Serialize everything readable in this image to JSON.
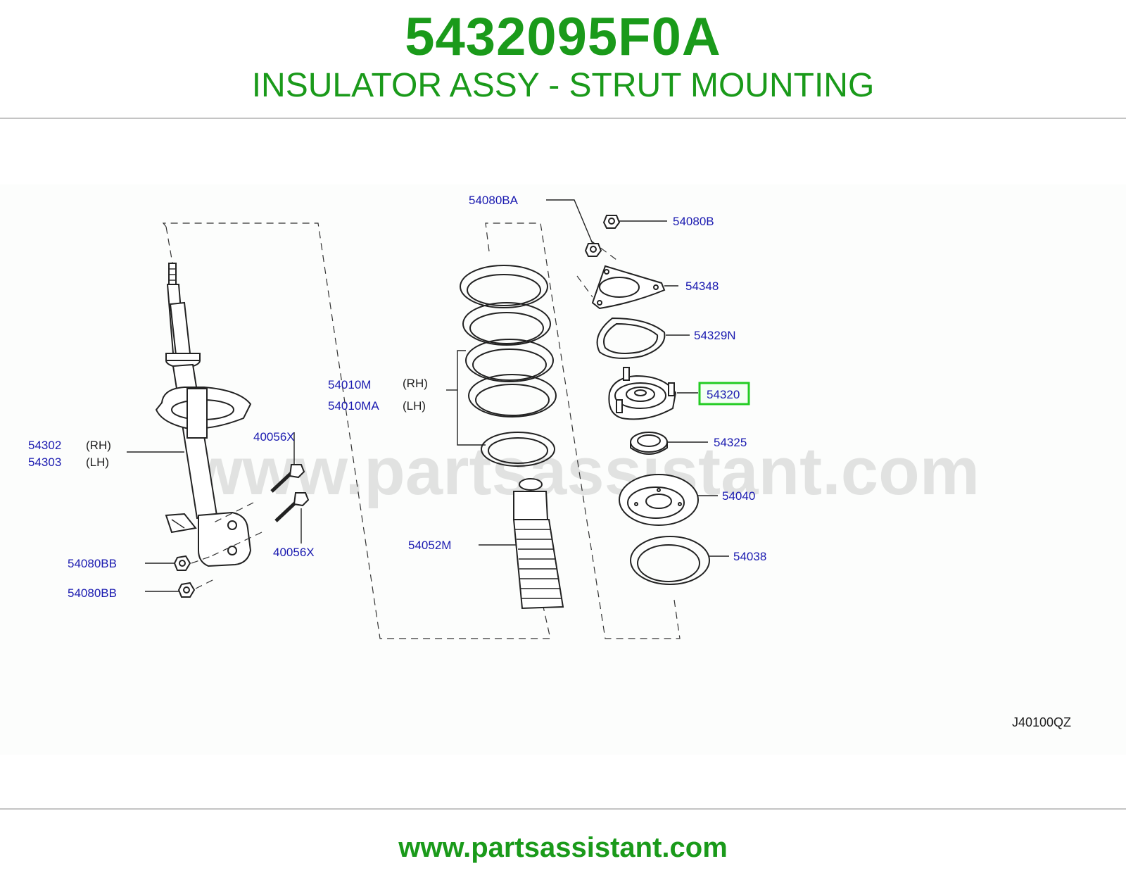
{
  "header": {
    "part_number": "5432095F0A",
    "part_name": "INSULATOR ASSY - STRUT MOUNTING"
  },
  "diagram": {
    "labels": {
      "l_54080BA": "54080BA",
      "l_54080B": "54080B",
      "l_54348": "54348",
      "l_54329N": "54329N",
      "l_54320": "54320",
      "l_54325": "54325",
      "l_54040": "54040",
      "l_54038": "54038",
      "l_54010M": "54010M",
      "l_54010MA": "54010MA",
      "l_54052M": "54052M",
      "l_54302": "54302",
      "l_54303": "54303",
      "l_40056X_a": "40056X",
      "l_40056X_b": "40056X",
      "l_54080BB_a": "54080BB",
      "l_54080BB_b": "54080BB"
    },
    "sides": {
      "rh_spring": "(RH)",
      "lh_spring": "(LH)",
      "rh_strut": "(RH)",
      "lh_strut": "(LH)"
    },
    "highlighted_part": "54320",
    "highlight_color": "#22cc22",
    "diagram_code": "J40100QZ",
    "watermark": "www.partsassistant.com"
  },
  "footer": {
    "url": "www.partsassistant.com"
  },
  "colors": {
    "brand_green": "#1a9a1a",
    "label_blue": "#1a1ab0"
  }
}
